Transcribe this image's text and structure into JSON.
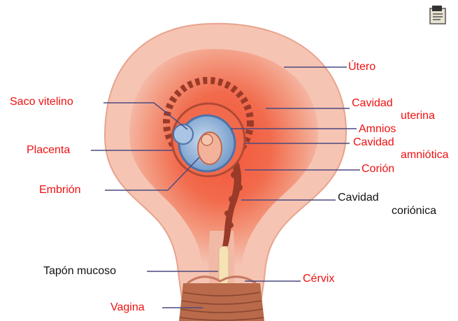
{
  "labels": {
    "utero": "Útero",
    "cavidad_uterina_1": "Cavidad",
    "cavidad_uterina_2": "uterina",
    "amnios": "Amnios",
    "cavidad_amniotica_1": "Cavidad",
    "cavidad_amniotica_2": "amniótica",
    "corion": "Corión",
    "cavidad_corionica_1": "Cavidad",
    "cavidad_corionica_2": "coriónica",
    "cervix": "Cérvix",
    "saco_vitelino": "Saco vitelino",
    "placenta": "Placenta",
    "embrion": "Embrión",
    "tapon_mucoso": "Tapón mucoso",
    "vagina": "Vagina"
  },
  "colors": {
    "label_red": "#f01010",
    "label_black": "#111111",
    "leader_line": "#4a4a80",
    "uterus_outer": "#f3b6a4",
    "uterus_inner": "#f04a30",
    "sac_blue": "#8fb4dc"
  },
  "icons": [
    "document-icon"
  ]
}
